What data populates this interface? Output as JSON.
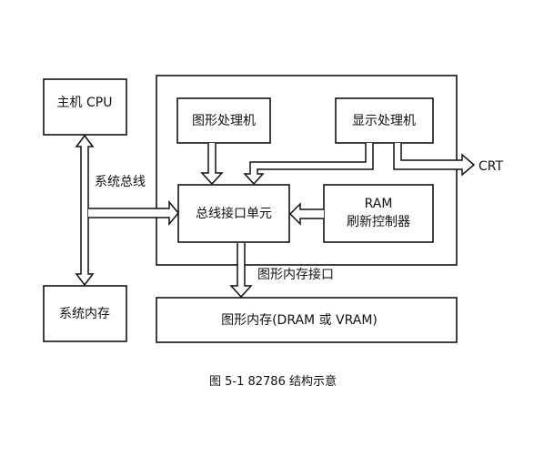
{
  "diagram": {
    "cpu_label": "主机 CPU",
    "sys_mem_label": "系统内存",
    "graphics_processor_label": "图形处理机",
    "display_processor_label": "显示处理机",
    "bus_interface_label": "总线接口单元",
    "ram_refresh_line1": "RAM",
    "ram_refresh_line2": "刷新控制器",
    "graphics_memory_label": "图形内存(DRAM 或 VRAM)",
    "system_bus_label": "系统总线",
    "graphics_mem_interface_label": "图形内存接口",
    "crt_label": "CRT",
    "caption": "图 5-1   82786 结构示意"
  }
}
